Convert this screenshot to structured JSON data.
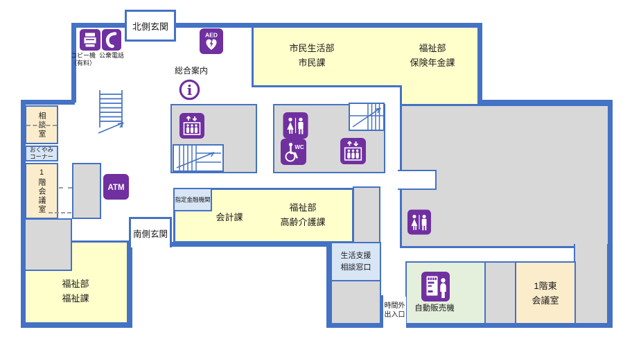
{
  "title": "1F floor guide map",
  "palette": {
    "wall_blue": "#4472c4",
    "room_yellow": "#ffffcc",
    "room_cream": "#fbeccb",
    "room_lightblue": "#d8e5f5",
    "room_green": "#e4efdc",
    "area_gray": "#d8d8d8",
    "icon_purple": "#7030a0"
  },
  "entrances": {
    "north": "北側玄関",
    "south": "南側玄関",
    "after_hours": [
      "時間外",
      "出入口"
    ]
  },
  "facilities": {
    "copier": [
      "コピー機",
      "（有料）"
    ],
    "public_phone": "公衆電話",
    "general_info": "総合案内",
    "aed": "AED",
    "atm": "ATM",
    "wc": "WC",
    "vending": "自動販売機"
  },
  "rooms": {
    "citizens": [
      "市民生活部",
      "市民課"
    ],
    "pension": [
      "福祉部",
      "保険年金課"
    ],
    "consult": "相談室",
    "okuyami": [
      "おくやみ",
      "コーナー"
    ],
    "meeting_1f": "1階会議室",
    "bank": "指定金融機関",
    "accounting": "会計課",
    "elderly": [
      "福祉部",
      "高齢介護課"
    ],
    "life_support": [
      "生活支援",
      "相談窓口"
    ],
    "east_meeting": [
      "1階東",
      "会議室"
    ],
    "welfare": [
      "福祉部",
      "福祉課"
    ]
  },
  "icons": {
    "copier-icon": "printer shape",
    "public-phone-icon": "handset shape",
    "aed-icon": "AED heart with lightning bolt",
    "general-info-icon": "circled serif i",
    "elevator-icon": "up-down arrows with three figures",
    "restroom-icon": "man and woman figures",
    "accessible-wc-icon": "wheelchair with WC",
    "atm-icon": "ATM lettering",
    "vending-machine-icon": "vending machine with person",
    "stairs-icon": "stair treads with direction arrow"
  }
}
